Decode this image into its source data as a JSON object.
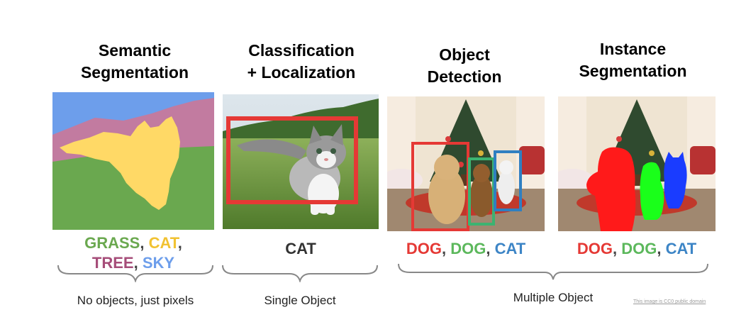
{
  "titles": {
    "semantic": [
      "Semantic",
      "Segmentation"
    ],
    "classification": [
      "Classification",
      "+ Localization"
    ],
    "detection": [
      "Object",
      "Detection"
    ],
    "instance": [
      "Instance",
      "Segmentation"
    ]
  },
  "labels": {
    "semantic_line1": [
      {
        "text": "GRASS",
        "color": "#6aa84f"
      },
      {
        "text": ", ",
        "color": "#444444"
      },
      {
        "text": "CAT",
        "color": "#f1c232"
      },
      {
        "text": ",",
        "color": "#444444"
      }
    ],
    "semantic_line2": [
      {
        "text": "TREE",
        "color": "#a64d79"
      },
      {
        "text": ", ",
        "color": "#444444"
      },
      {
        "text": "SKY",
        "color": "#6d9eeb"
      }
    ],
    "classification": [
      {
        "text": "CAT",
        "color": "#333333"
      }
    ],
    "detection": [
      {
        "text": "DOG",
        "color": "#e53935"
      },
      {
        "text": ", ",
        "color": "#444444"
      },
      {
        "text": "DOG",
        "color": "#5cb85c"
      },
      {
        "text": ", ",
        "color": "#444444"
      },
      {
        "text": "CAT",
        "color": "#3d85c6"
      }
    ],
    "instance": [
      {
        "text": "DOG",
        "color": "#e53935"
      },
      {
        "text": ", ",
        "color": "#444444"
      },
      {
        "text": "DOG",
        "color": "#5cb85c"
      },
      {
        "text": ", ",
        "color": "#444444"
      },
      {
        "text": "CAT",
        "color": "#3d85c6"
      }
    ]
  },
  "notes": {
    "semantic": "No objects, just pixels",
    "classification": "Single Object",
    "multiple": "Multiple Object"
  },
  "credit": "This image is CC0 public domain",
  "colors": {
    "sky": "#6d9eeb",
    "tree": "#c27ba0",
    "grass": "#6aa84f",
    "cat": "#ffd966",
    "box_red": "#e53935",
    "box_green": "#3cb371",
    "box_blue": "#2f7fc1",
    "mask_red": "#ff1a1a",
    "mask_green": "#1aff1a",
    "mask_blue": "#1a3cff"
  }
}
